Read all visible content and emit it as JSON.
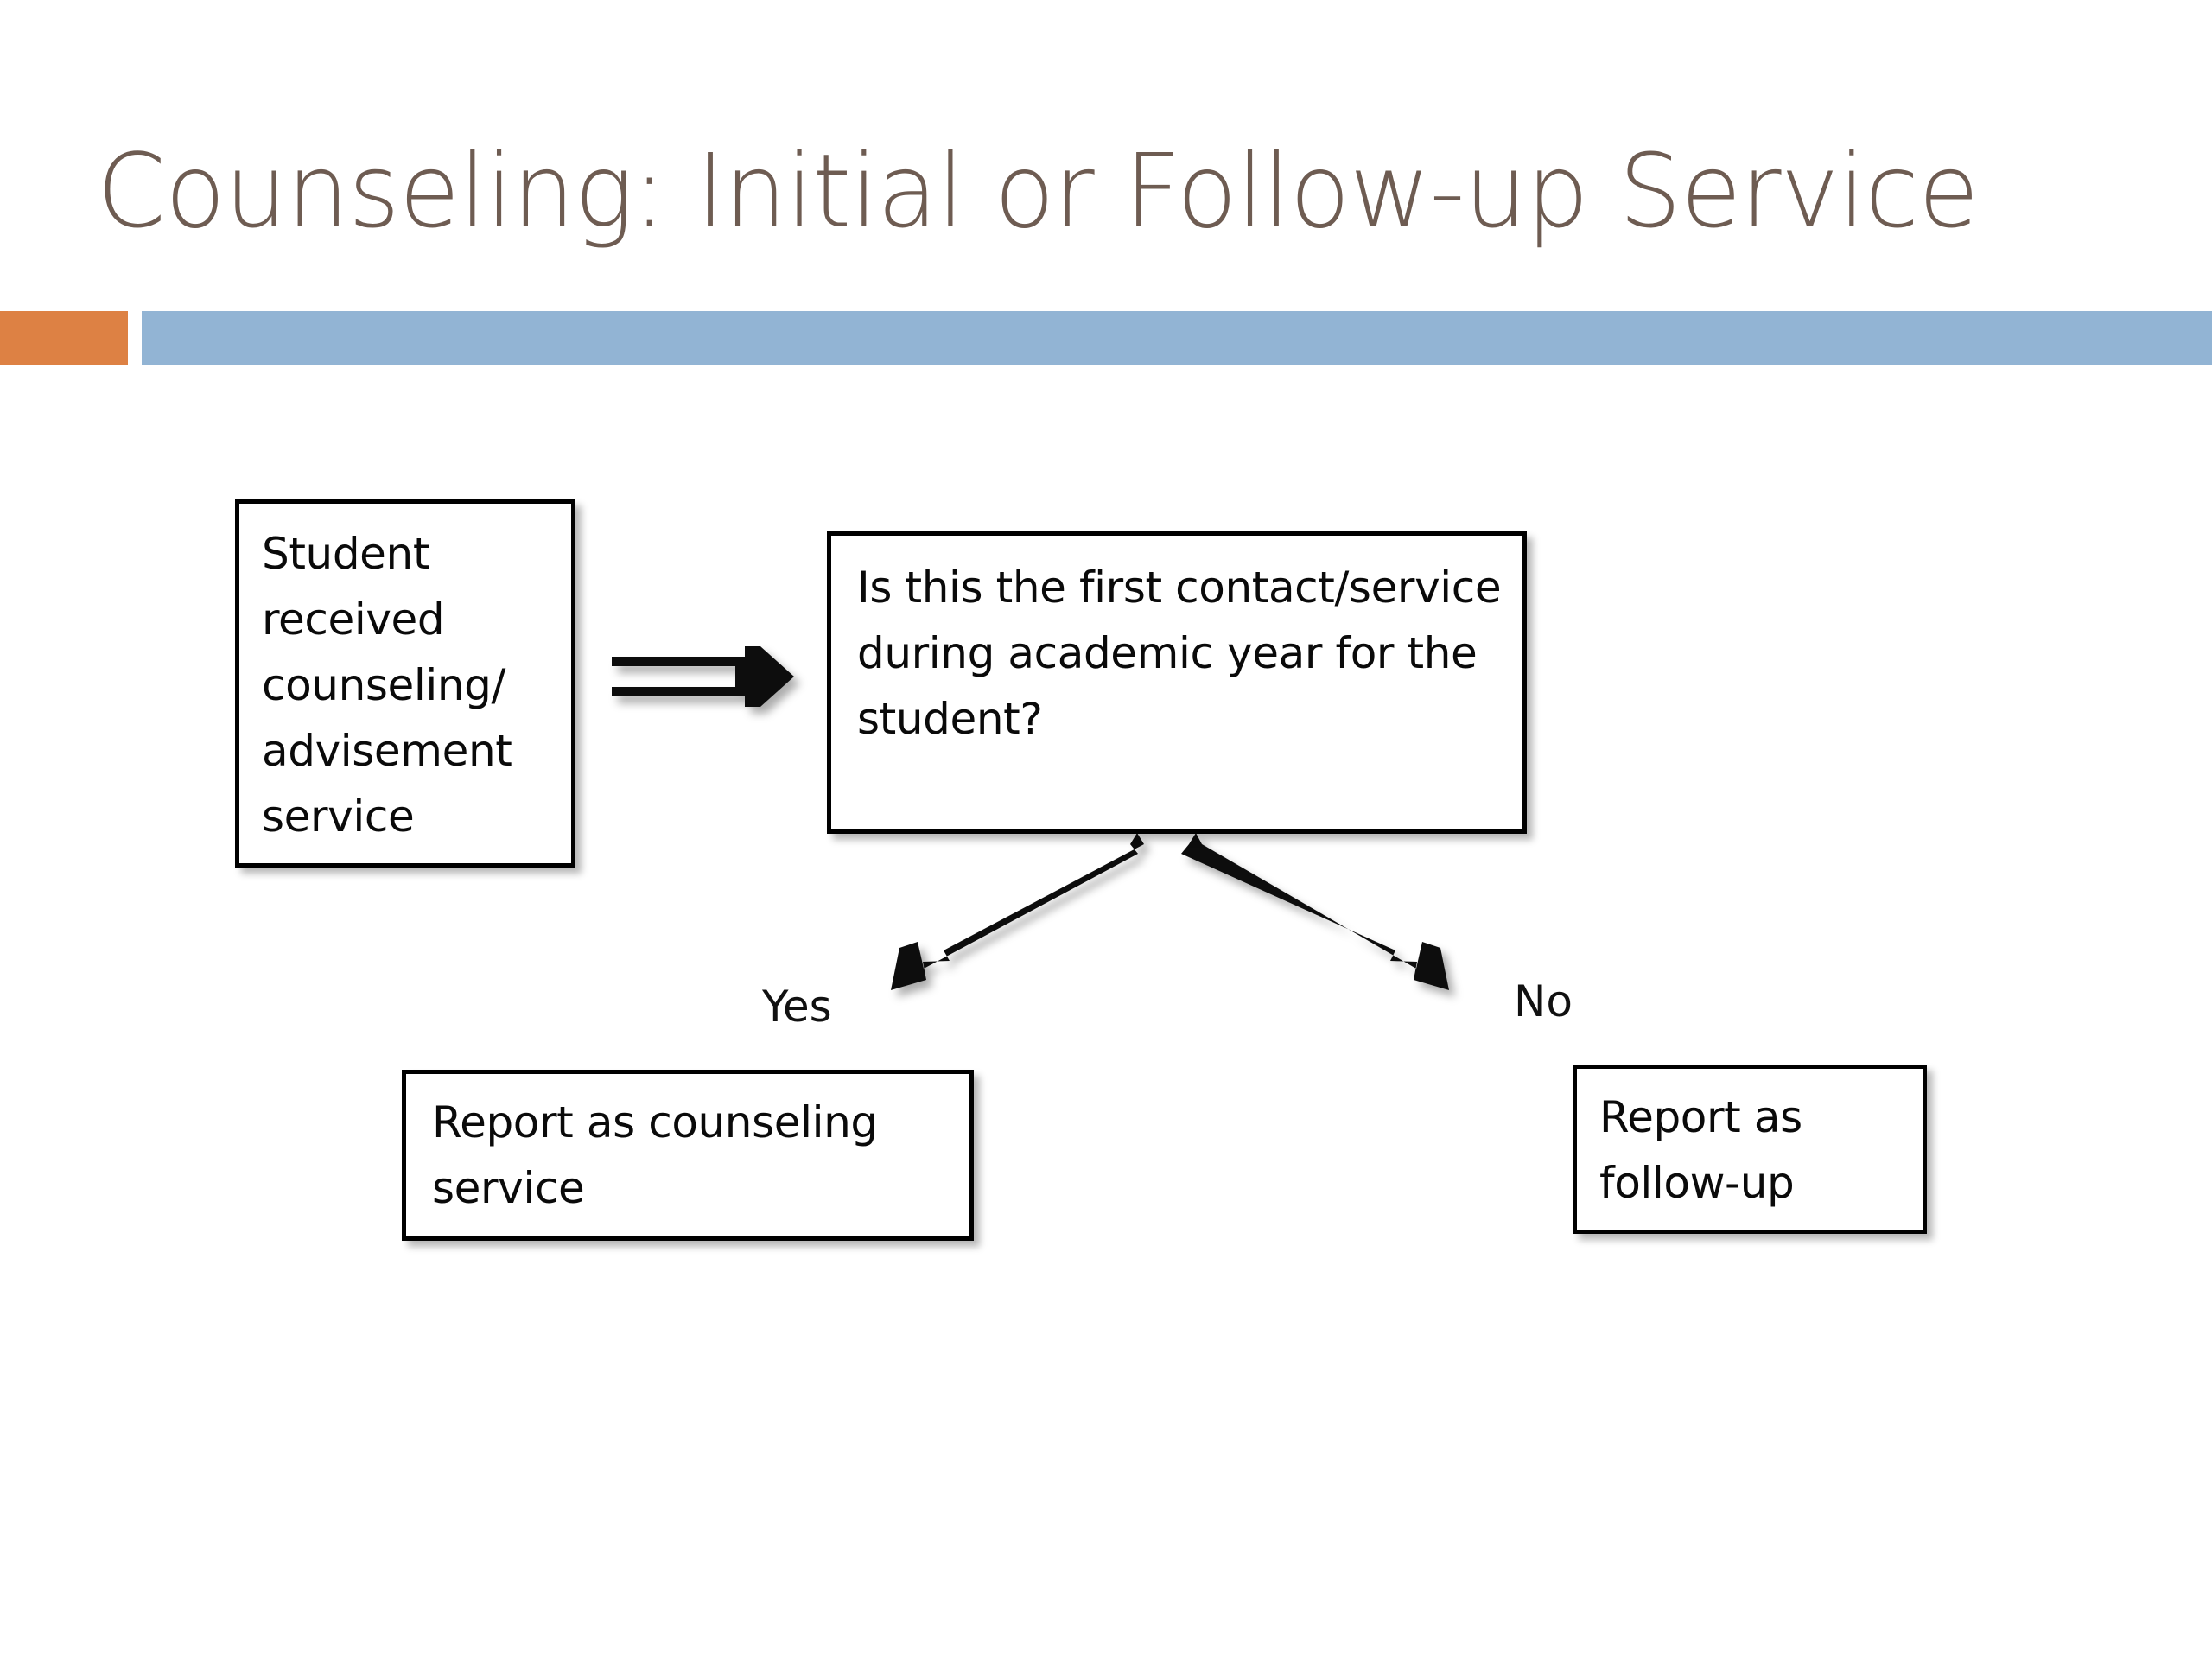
{
  "slide": {
    "title": "Counseling: Initial or Follow-up Service",
    "background_color": "#FFFFFF",
    "title_color": "#6E5C52"
  },
  "accent_bars": {
    "orange_color": "#DD8144",
    "blue_color": "#92B4D4"
  },
  "flowchart": {
    "type": "decision-flowchart",
    "nodes": [
      {
        "id": "student-service",
        "role": "start",
        "text": "Student received counseling/ advisement service"
      },
      {
        "id": "first-contact-question",
        "role": "decision",
        "text": "Is this the first contact/service during academic year for the student?"
      },
      {
        "id": "report-counseling",
        "role": "outcome",
        "text": "Report as counseling service"
      },
      {
        "id": "report-followup",
        "role": "outcome",
        "text": "Report as follow-up"
      }
    ],
    "edges": [
      {
        "from": "student-service",
        "to": "first-contact-question",
        "label": ""
      },
      {
        "from": "first-contact-question",
        "to": "report-counseling",
        "label": "Yes"
      },
      {
        "from": "first-contact-question",
        "to": "report-followup",
        "label": "No"
      }
    ],
    "labels": {
      "yes": "Yes",
      "no": "No"
    },
    "box_border_color": "#000000",
    "box_fill_color": "#FFFFFF",
    "arrow_color": "#0B0B0B"
  }
}
